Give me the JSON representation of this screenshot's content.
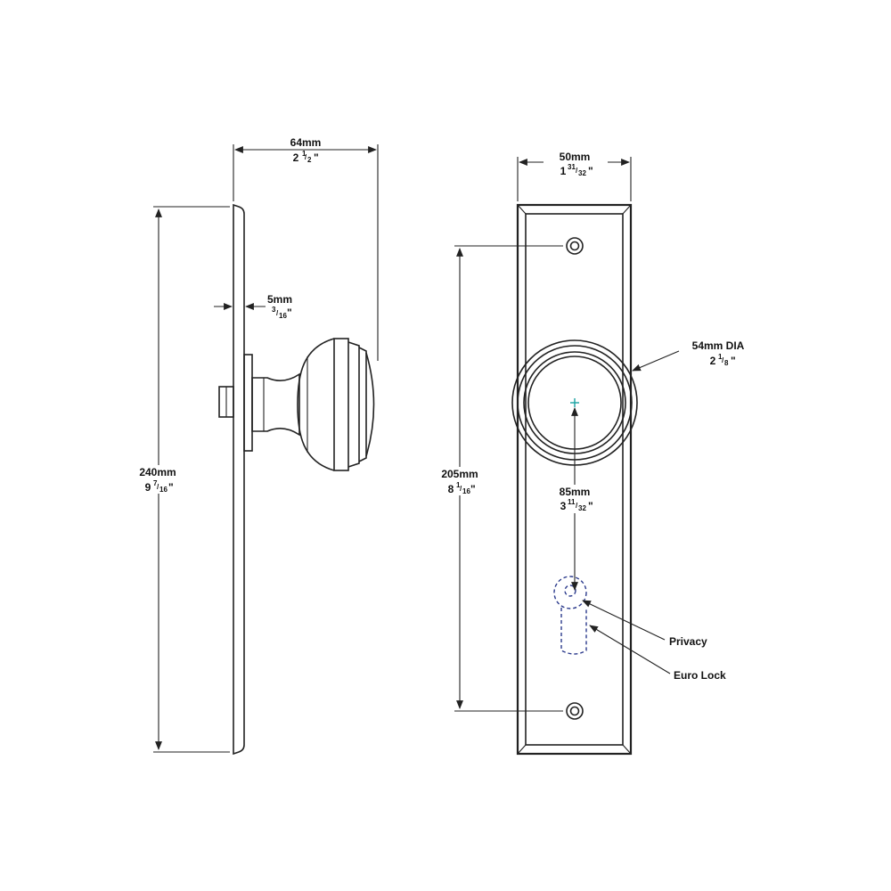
{
  "dimensions": {
    "overall_depth": {
      "metric": "64mm",
      "whole": "2",
      "num": "1",
      "den": "2",
      "unit": "\""
    },
    "plate_thickness": {
      "metric": "5mm",
      "whole": "",
      "num": "3",
      "den": "16",
      "unit": "\""
    },
    "plate_height": {
      "metric": "240mm",
      "whole": "9",
      "num": "7",
      "den": "16",
      "unit": "\""
    },
    "plate_width": {
      "metric": "50mm",
      "whole": "1",
      "num": "31",
      "den": "32",
      "unit": "\""
    },
    "knob_diameter": {
      "metric": "54mm DIA",
      "whole": "2",
      "num": "1",
      "den": "8",
      "unit": "\""
    },
    "fixing_centres": {
      "metric": "205mm",
      "whole": "8",
      "num": "1",
      "den": "16",
      "unit": "\""
    },
    "backset_centres": {
      "metric": "85mm",
      "whole": "3",
      "num": "11",
      "den": "32",
      "unit": "\""
    }
  },
  "callouts": {
    "privacy": "Privacy",
    "euro_lock": "Euro Lock"
  },
  "colors": {
    "line": "#222222",
    "cutout_dashed": "#2b3a8c",
    "center_mark": "#1aa3a3"
  }
}
